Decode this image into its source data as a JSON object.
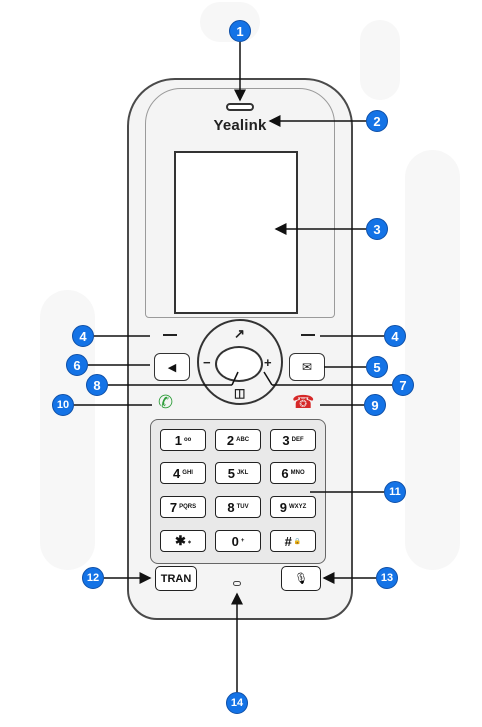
{
  "brand": "Yealink",
  "callouts": [
    "1",
    "2",
    "3",
    "4",
    "4",
    "5",
    "6",
    "7",
    "8",
    "9",
    "10",
    "11",
    "12",
    "13",
    "14"
  ],
  "keypad": [
    {
      "main": "1",
      "sub": "oo"
    },
    {
      "main": "2",
      "sub": "ABC"
    },
    {
      "main": "3",
      "sub": "DEF"
    },
    {
      "main": "4",
      "sub": "GHI"
    },
    {
      "main": "5",
      "sub": "JKL"
    },
    {
      "main": "6",
      "sub": "MNO"
    },
    {
      "main": "7",
      "sub": "PQRS"
    },
    {
      "main": "8",
      "sub": "TUV"
    },
    {
      "main": "9",
      "sub": "WXYZ"
    },
    {
      "main": "✱",
      "sub": "⁎"
    },
    {
      "main": "0",
      "sub": "+"
    },
    {
      "main": "#",
      "sub": "🔒"
    }
  ],
  "keys": {
    "tran": "TRAN",
    "nav_left": "−",
    "nav_right": "+",
    "nav_up": "↗",
    "nav_down": "◫",
    "speaker": "◀",
    "message": "✉",
    "offhook": "✆",
    "onhook": "☎",
    "mute": "🎙"
  },
  "icons": {
    "speaker": "speaker-icon",
    "message": "message-icon",
    "offhook": "offhook-icon",
    "onhook": "onhook-icon",
    "mute": "mute-icon"
  },
  "colors": {
    "callout": "#1473e6",
    "offhook": "#2e9d3a",
    "onhook": "#d62828"
  }
}
